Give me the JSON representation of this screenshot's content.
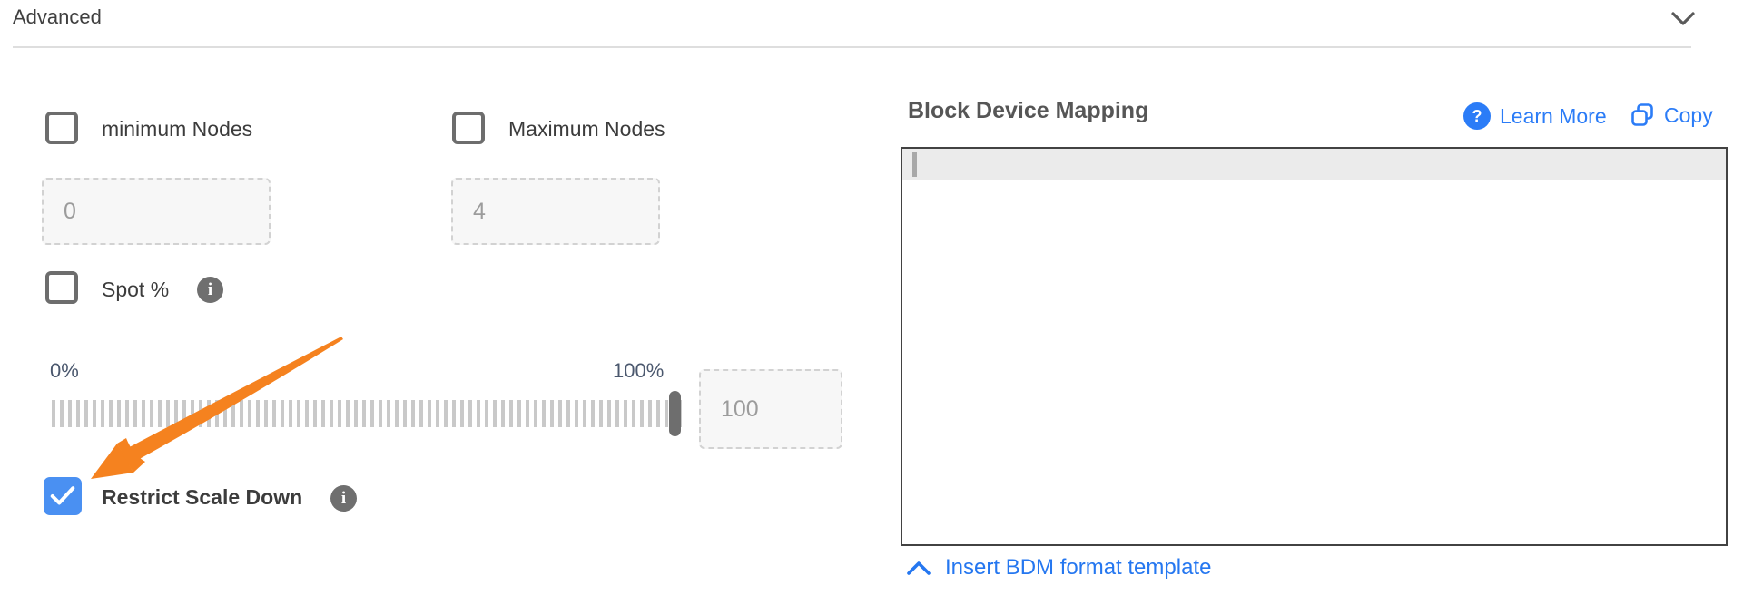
{
  "accordion": {
    "title": "Advanced"
  },
  "scaling": {
    "min_nodes": {
      "label": "minimum Nodes",
      "checked": false,
      "value": "0"
    },
    "max_nodes": {
      "label": "Maximum Nodes",
      "checked": false,
      "value": "4"
    },
    "spot": {
      "label": "Spot %",
      "checked": false
    },
    "slider": {
      "min_label": "0%",
      "max_label": "100%",
      "value": "100",
      "percent": 100
    },
    "restrict_scale_down": {
      "label": "Restrict Scale Down",
      "checked": true
    }
  },
  "bdm": {
    "title": "Block Device Mapping",
    "learn_more_label": "Learn More",
    "copy_label": "Copy",
    "question_glyph": "?",
    "info_glyph": "i",
    "editor_content": "",
    "insert_template_label": "Insert BDM format template"
  },
  "colors": {
    "link_blue": "#2b7cf7",
    "checkbox_checked_blue": "#4a90f2",
    "arrow_orange": "#f5821f",
    "slider_label": "#4b586e"
  }
}
